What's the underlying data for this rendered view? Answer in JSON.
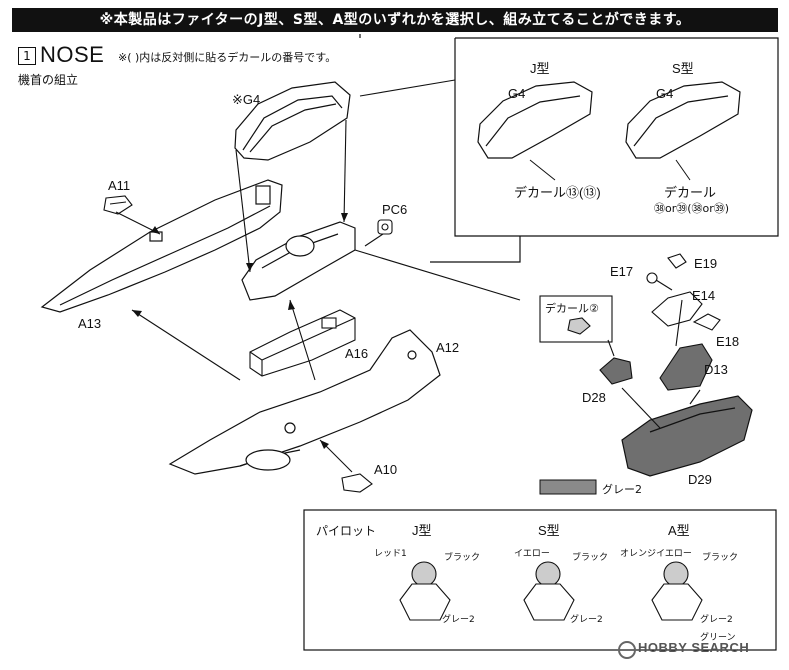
{
  "banner": "※本製品はファイターのJ型、S型、A型のいずれかを選択し、組み立てることができます。",
  "step": {
    "number": "1",
    "title": "NOSE",
    "subtitle": "機首の組立",
    "note": "※(  )内は反対側に貼るデカールの番号です。"
  },
  "main_labels": {
    "g4": "※G4",
    "a11": "A11",
    "pc6": "PC6",
    "a13": "A13",
    "a16": "A16",
    "a12": "A12",
    "a10": "A10"
  },
  "canopy_variants": {
    "j_title": "J型",
    "s_title": "S型",
    "j_part": "G4",
    "s_part": "G4",
    "j_decal": "デカール⑬(⑬)",
    "s_decal_1": "デカール",
    "s_decal_2": "㊳or㊴(㊳or㊴)"
  },
  "cockpit_labels": {
    "e19": "E19",
    "e17": "E17",
    "e14": "E14",
    "e18": "E18",
    "d13": "D13",
    "decal": "デカール②",
    "d28": "D28",
    "d29": "D29",
    "legend": "グレー2"
  },
  "pilot_panel": {
    "title": "パイロット",
    "j_title": "J型",
    "s_title": "S型",
    "a_title": "A型",
    "j_helmet": "レッド1",
    "j_visor": "ブラック",
    "j_suit": "グレー2",
    "s_helmet": "イエロー",
    "s_visor": "ブラック",
    "s_suit": "グレー2",
    "a_helmet": "オレンジイエロー",
    "a_visor": "ブラック",
    "a_suit": "グレー2",
    "a_suit2": "グリーン"
  },
  "colors": {
    "grey2": "#8a8a8a",
    "dark_part": "#6f6f6f"
  },
  "watermark": "HOBBY SEARCH"
}
